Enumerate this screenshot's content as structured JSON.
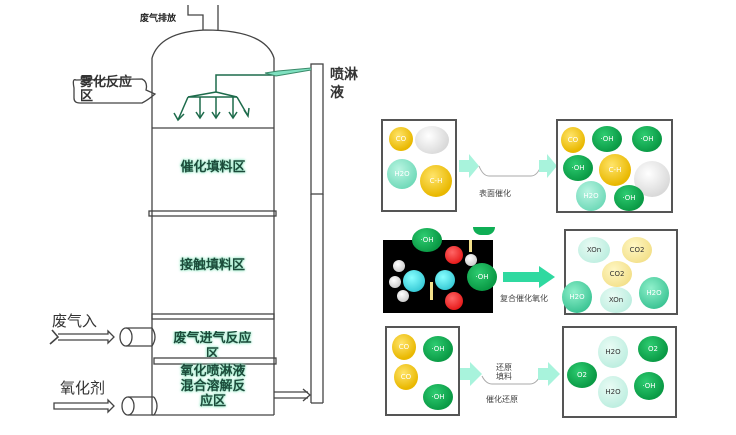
{
  "tower": {
    "exhaust_label": "废气排放",
    "atomization_zone": "雾化反应区",
    "spray_liquid": "喷淋液",
    "catalytic_packing_zone": "催化填料区",
    "contact_packing_zone": "接触填料区",
    "gas_inlet_zone": "废气进气反应区",
    "oxidant_mix_zone": "氧化喷淋液混合溶解反应区",
    "waste_gas_in": "废气入",
    "oxidant_in": "氧化剂"
  },
  "panels": {
    "row1": {
      "left_balls": [
        "CO",
        "",
        "H2O",
        "C-H"
      ],
      "process_label": "表面催化",
      "right_balls": [
        "CO",
        "·OH",
        "·OH",
        "·OH",
        "C-H",
        "",
        "H2O",
        "·OH"
      ]
    },
    "row2": {
      "molecule_radicals": [
        "·OH",
        "·OH"
      ],
      "process_label": "复合催化氧化",
      "right_balls": [
        "XOn",
        "CO2",
        "CO2",
        "H2O",
        "XOn",
        "H2O"
      ]
    },
    "row3": {
      "left_balls": [
        "CO",
        "·OH",
        "CO",
        "·OH"
      ],
      "process_top": "还原填料",
      "process_label": "催化还原",
      "right_balls": [
        "H2O",
        "O2",
        "O2",
        "H2O",
        "·OH"
      ]
    }
  },
  "colors": {
    "outline": "#555555",
    "accent_green": "#0a9a45",
    "arrow_teal": "#7ff0cf",
    "label_glow": "#7fe0b8"
  }
}
